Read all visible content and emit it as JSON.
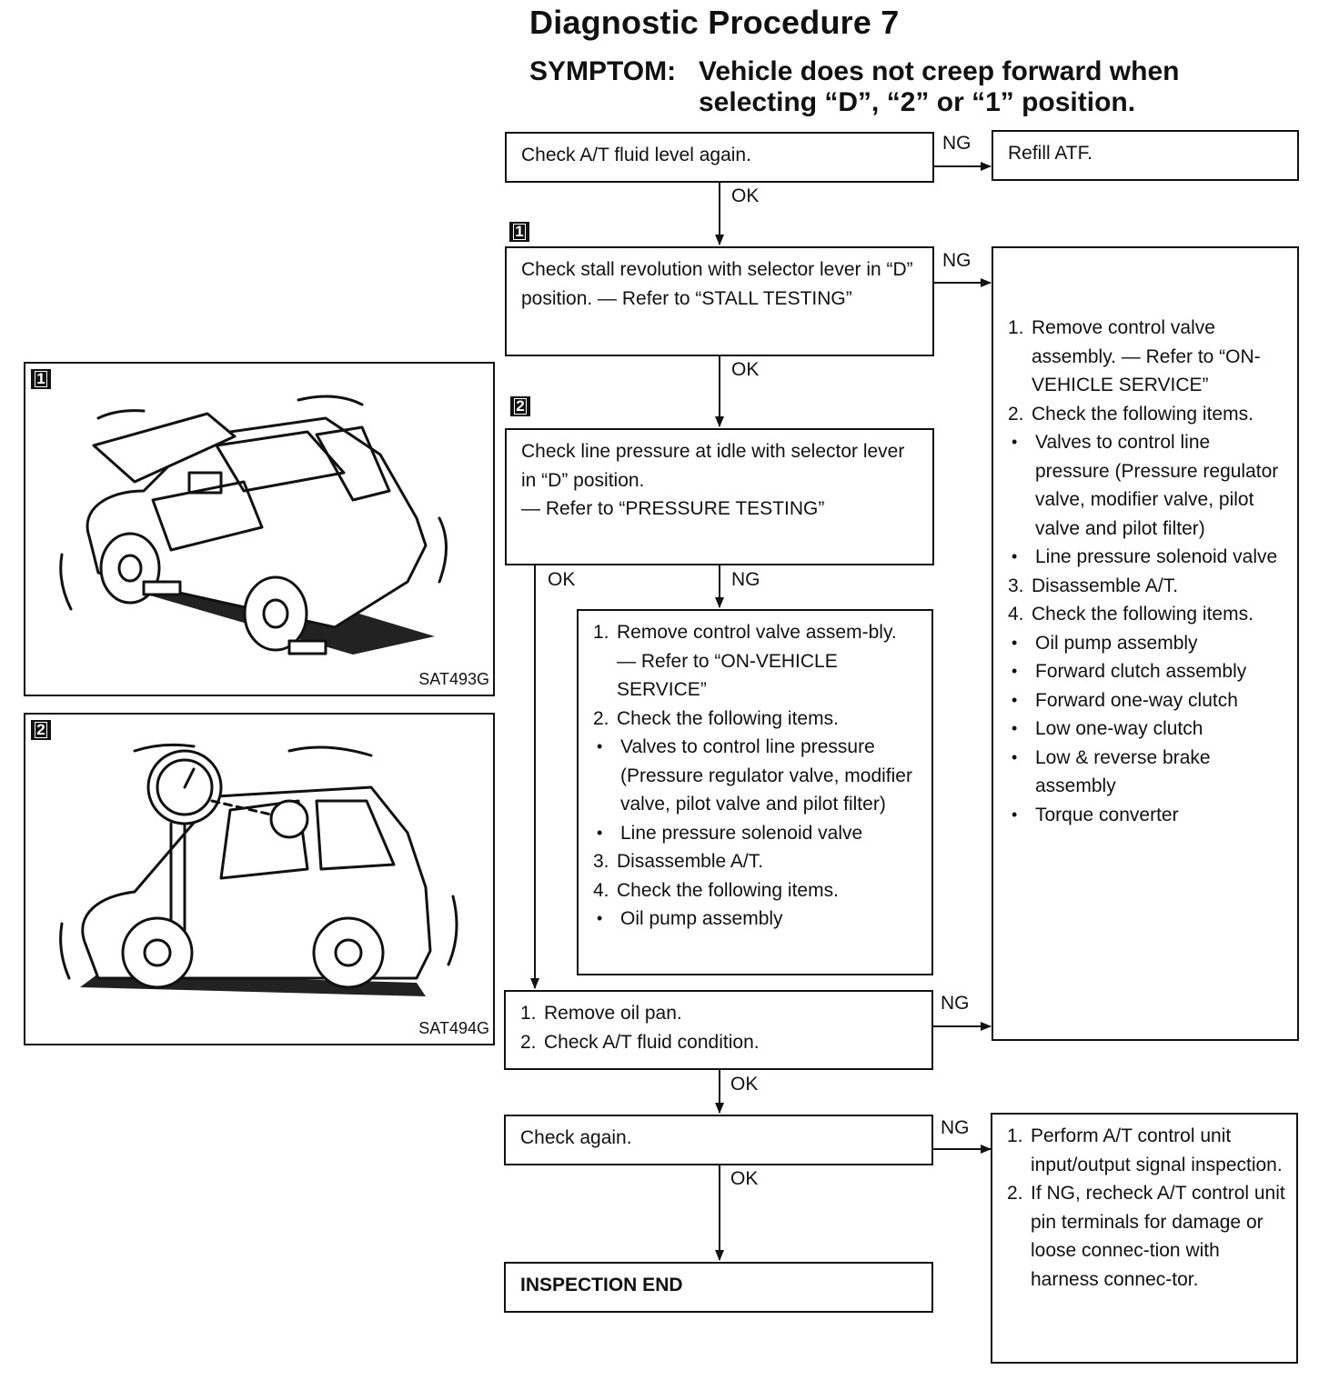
{
  "title": "Diagnostic Procedure 7",
  "symptom": {
    "label": "SYMPTOM:",
    "line1": "Vehicle does not creep forward when",
    "line2": "selecting “D”, “2” or “1” position."
  },
  "labels": {
    "ok": "OK",
    "ng": "NG"
  },
  "steps": {
    "check_fluid": "Check A/T fluid level again.",
    "refill": "Refill ATF.",
    "stall": {
      "marker": "1",
      "text": "Check stall revolution with selector lever in “D” position. — Refer to “STALL TESTING”"
    },
    "line_pressure": {
      "marker": "2",
      "line1": "Check line pressure at idle with selector lever in “D” position.",
      "line2": "— Refer to “PRESSURE TESTING”"
    },
    "cv_small": [
      {
        "n": "1.",
        "t": "Remove control valve assem-bly. — Refer to “ON-VEHICLE SERVICE”"
      },
      {
        "n": "2.",
        "t": "Check the following items."
      },
      {
        "n": "•",
        "t": "Valves to control line pressure (Pressure regulator valve, modifier valve, pilot valve and pilot filter)",
        "bullet": true
      },
      {
        "n": "•",
        "t": "Line pressure solenoid valve",
        "bullet": true
      },
      {
        "n": "3.",
        "t": "Disassemble A/T."
      },
      {
        "n": "4.",
        "t": "Check the following items."
      },
      {
        "n": "•",
        "t": "Oil pump assembly",
        "bullet": true
      }
    ],
    "cv_large": [
      {
        "n": "1.",
        "t": "Remove control valve assembly. — Refer to “ON-VEHICLE SERVICE”"
      },
      {
        "n": "2.",
        "t": "Check the following items."
      },
      {
        "n": "•",
        "t": "Valves to control line pressure (Pressure regulator valve, modifier valve, pilot valve and pilot filter)",
        "bullet": true
      },
      {
        "n": "•",
        "t": "Line pressure solenoid valve",
        "bullet": true
      },
      {
        "n": "3.",
        "t": "Disassemble A/T."
      },
      {
        "n": "4.",
        "t": "Check the following items."
      },
      {
        "n": "•",
        "t": "Oil pump assembly",
        "bullet": true
      },
      {
        "n": "•",
        "t": "Forward clutch assembly",
        "bullet": true
      },
      {
        "n": "•",
        "t": "Forward one-way clutch",
        "bullet": true
      },
      {
        "n": "•",
        "t": "Low one-way clutch",
        "bullet": true
      },
      {
        "n": "•",
        "t": "Low & reverse brake assembly",
        "bullet": true
      },
      {
        "n": "•",
        "t": "Torque converter",
        "bullet": true
      }
    ],
    "oil_pan": [
      {
        "n": "1.",
        "t": "Remove oil pan."
      },
      {
        "n": "2.",
        "t": "Check A/T fluid condition."
      }
    ],
    "check_again": "Check again.",
    "control_unit": [
      {
        "n": "1.",
        "t": "Perform A/T control unit input/output signal inspection."
      },
      {
        "n": "2.",
        "t": "If NG, recheck A/T control unit pin terminals for damage or loose connec-tion with harness connec-tor."
      }
    ],
    "end": "INSPECTION END"
  },
  "illustrations": [
    {
      "marker": "1",
      "code": "SAT493G",
      "icon": "car-stall-test-illustration"
    },
    {
      "marker": "2",
      "code": "SAT494G",
      "icon": "car-pressure-gauge-illustration"
    }
  ]
}
